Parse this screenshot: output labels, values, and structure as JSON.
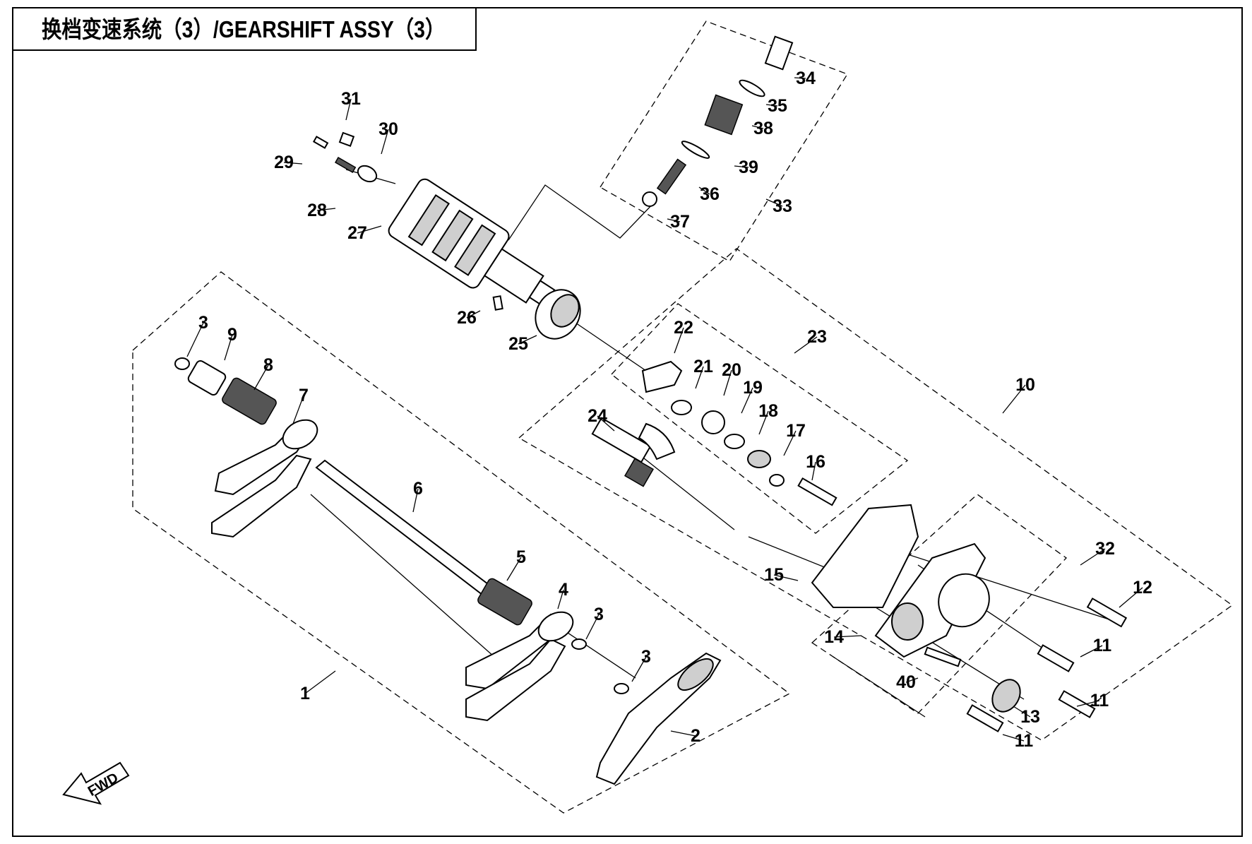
{
  "title": "换档变速系统（3）/GEARSHIFT ASSY（3）",
  "fwd_label": "FWD",
  "callouts": [
    "1",
    "2",
    "3",
    "3",
    "3",
    "4",
    "5",
    "6",
    "7",
    "8",
    "9",
    "10",
    "11",
    "11",
    "11",
    "12",
    "13",
    "14",
    "15",
    "16",
    "17",
    "18",
    "19",
    "20",
    "21",
    "22",
    "23",
    "24",
    "25",
    "26",
    "27",
    "28",
    "29",
    "30",
    "31",
    "32",
    "33",
    "34",
    "35",
    "36",
    "37",
    "38",
    "39",
    "40"
  ],
  "icons": {
    "fwd_arrow": "fwd-arrow-icon"
  }
}
